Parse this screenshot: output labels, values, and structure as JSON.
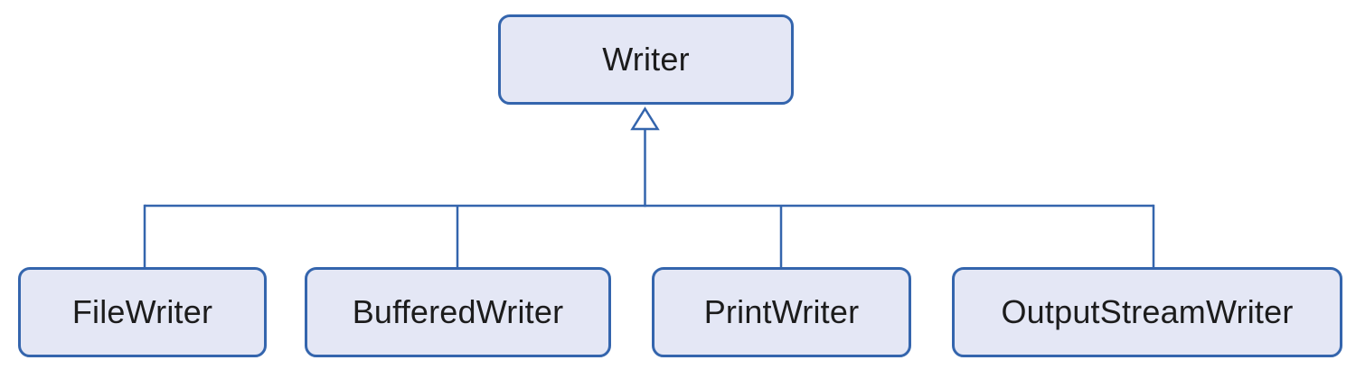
{
  "diagram": {
    "kind": "uml-class-inheritance",
    "description": "Writer class hierarchy with four subclasses connected by a hollow-triangle generalization arrow"
  },
  "nodes": [
    {
      "id": "writer",
      "label": "Writer"
    },
    {
      "id": "filewriter",
      "label": "FileWriter"
    },
    {
      "id": "bufferedwriter",
      "label": "BufferedWriter"
    },
    {
      "id": "printwriter",
      "label": "PrintWriter"
    },
    {
      "id": "outputstreamwriter",
      "label": "OutputStreamWriter"
    }
  ],
  "edges": [
    {
      "from": "FileWriter",
      "to": "Writer",
      "type": "generalization"
    },
    {
      "from": "BufferedWriter",
      "to": "Writer",
      "type": "generalization"
    },
    {
      "from": "PrintWriter",
      "to": "Writer",
      "type": "generalization"
    },
    {
      "from": "OutputStreamWriter",
      "to": "Writer",
      "type": "generalization"
    }
  ],
  "colors": {
    "accent": "#3465ad",
    "node-fill": "#e4e7f5",
    "text": "#1c1c1c",
    "background": "#ffffff"
  }
}
